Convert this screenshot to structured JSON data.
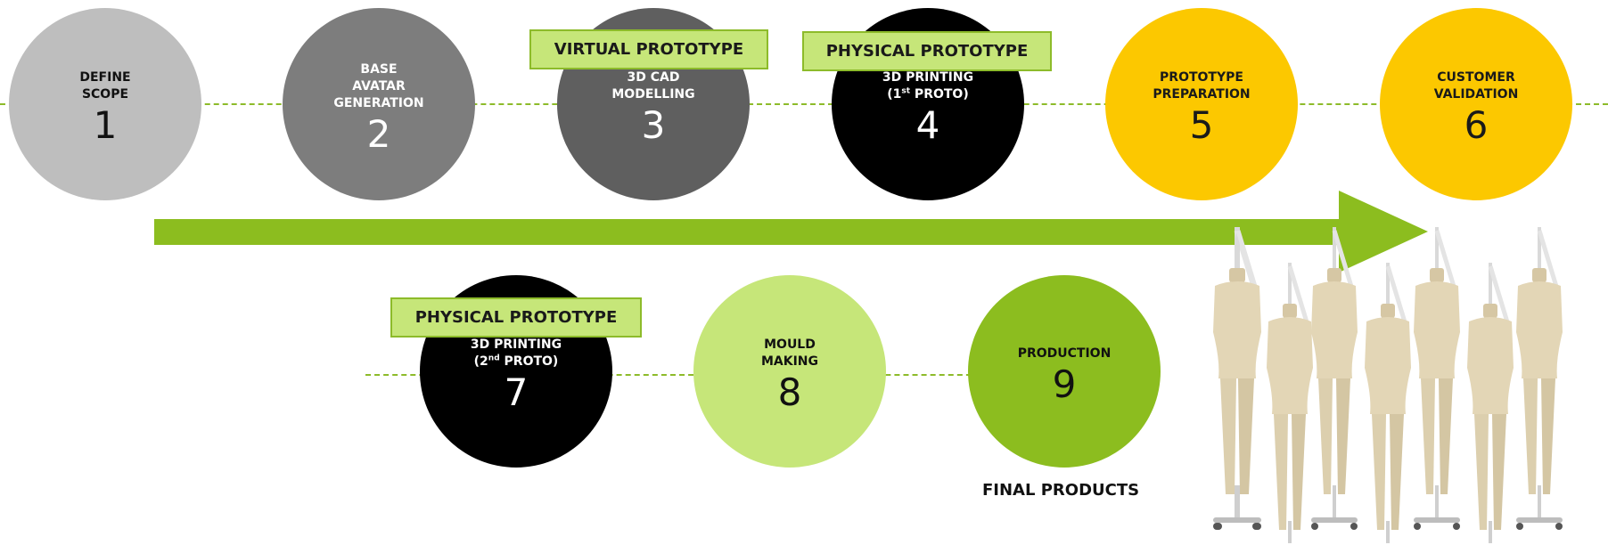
{
  "steps": [
    {
      "num": "1",
      "label": "DEFINE\nSCOPE"
    },
    {
      "num": "2",
      "label": "BASE\nAVATAR\nGENERATION"
    },
    {
      "num": "3",
      "label": "3D CAD\nMODELLING"
    },
    {
      "num": "4",
      "label": "3D PRINTING\n(1",
      "sup": "st",
      "tail": " PROTO)"
    },
    {
      "num": "5",
      "label": "PROTOTYPE\nPREPARATION"
    },
    {
      "num": "6",
      "label": "CUSTOMER\nVALIDATION"
    },
    {
      "num": "7",
      "label": "3D PRINTING\n(2",
      "sup": "nd",
      "tail": " PROTO)"
    },
    {
      "num": "8",
      "label": "MOULD\nMAKING"
    },
    {
      "num": "9",
      "label": "PRODUCTION"
    }
  ],
  "tags": {
    "virtual": "VIRTUAL PROTOTYPE",
    "physical_top": "PHYSICAL PROTOTYPE",
    "physical_bottom": "PHYSICAL PROTOTYPE"
  },
  "final_products": "FINAL PRODUCTS",
  "colors": {
    "accent_green": "#8cbd1f",
    "yellow": "#fcc800",
    "pale_green": "#c6e679"
  },
  "image_subject": "tailor-mannequins-on-stands"
}
